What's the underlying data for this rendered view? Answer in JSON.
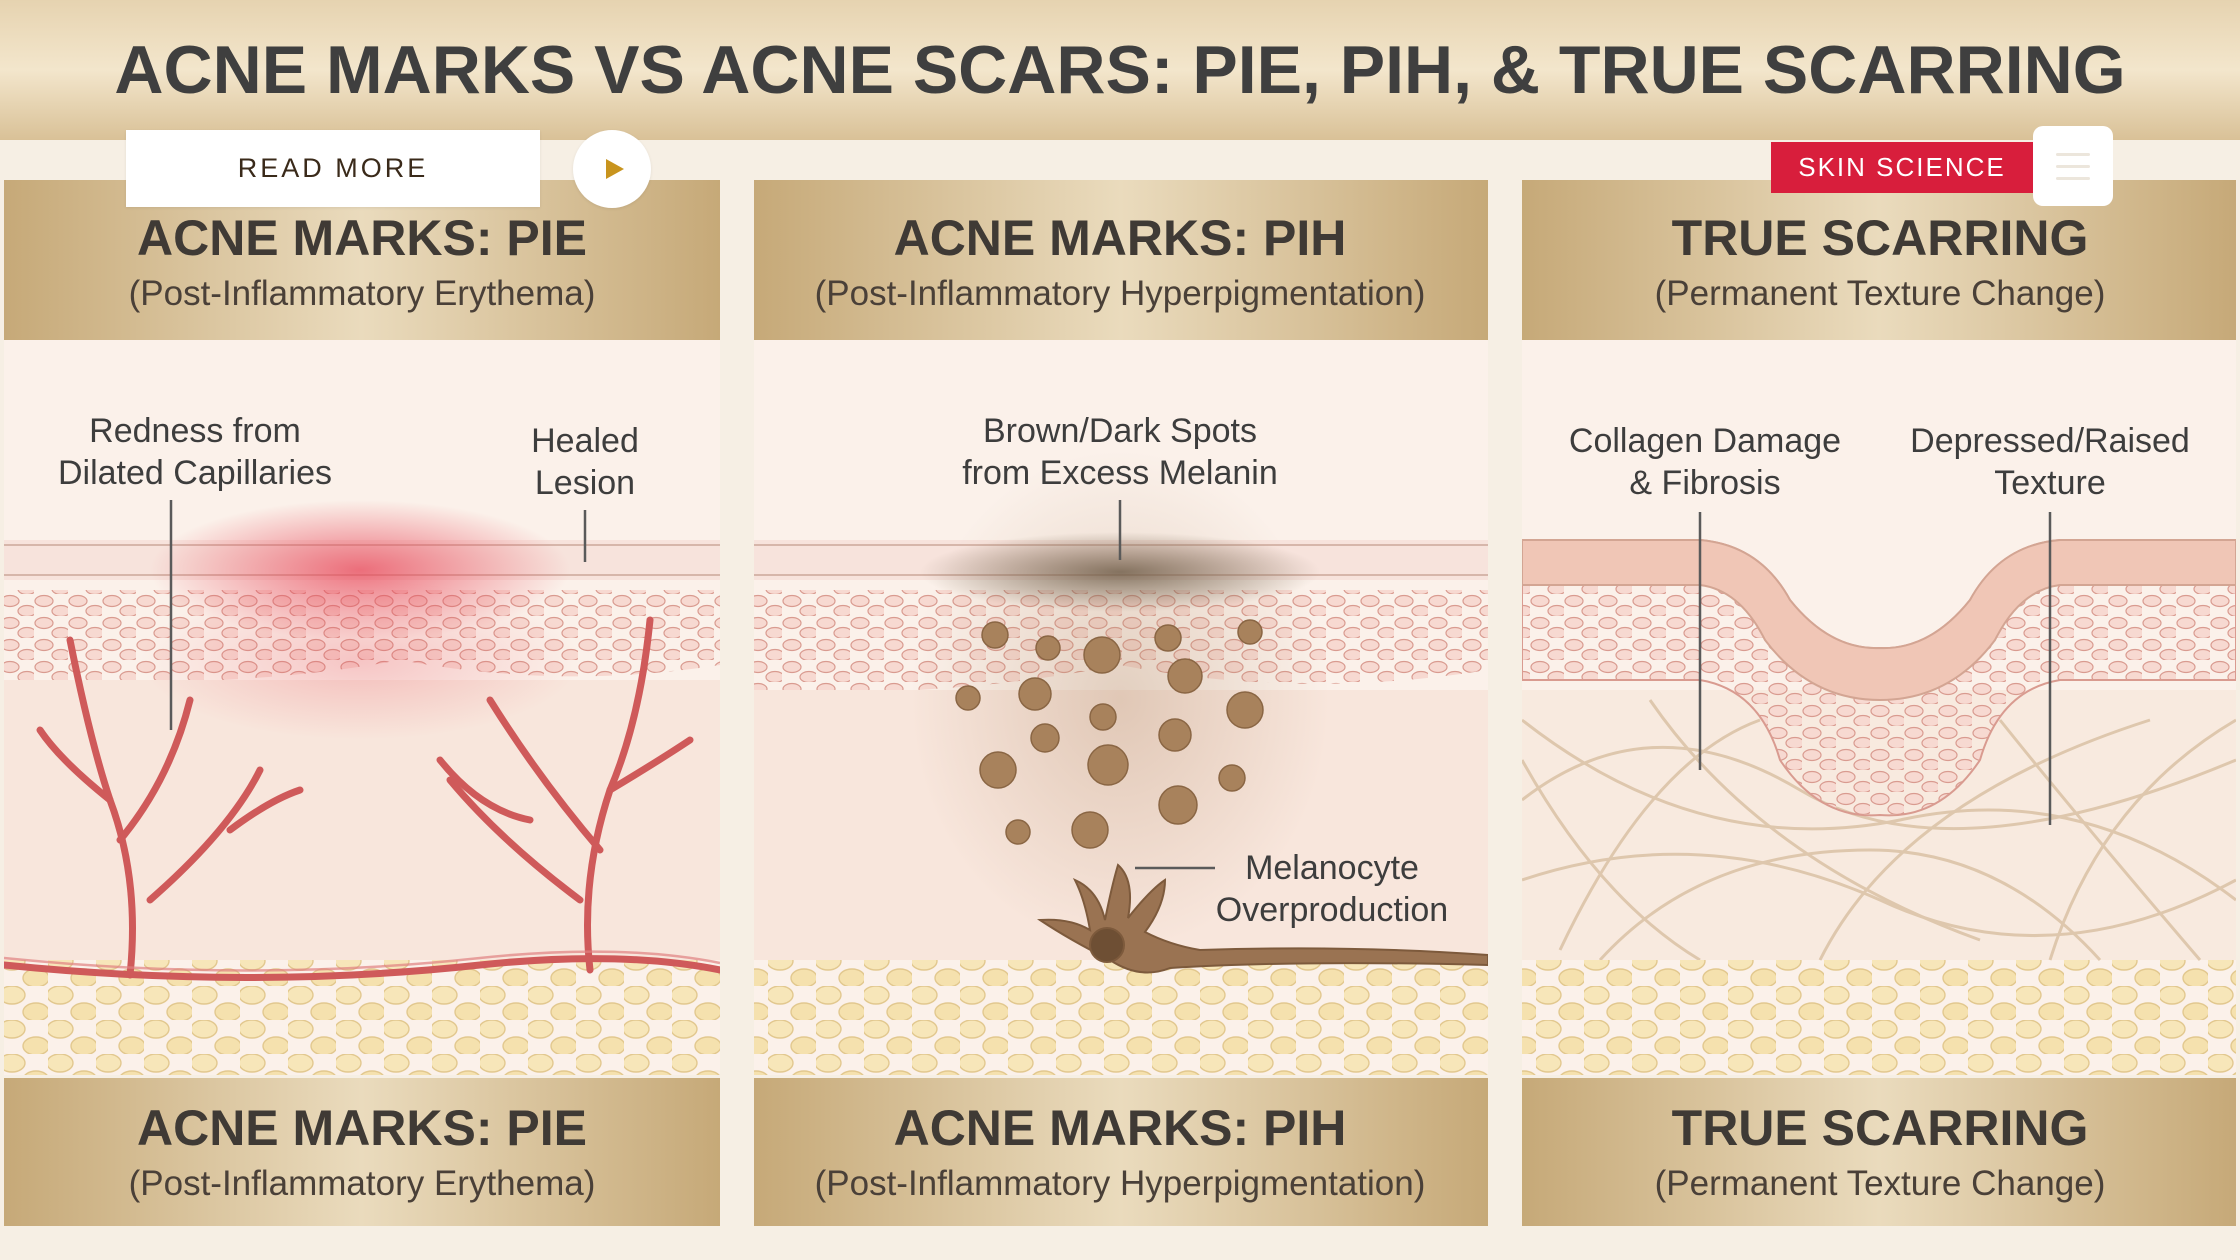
{
  "title": "ACNE MARKS VS ACNE SCARS: PIE, PIH, & TRUE SCARRING",
  "ui": {
    "read_more_label": "READ MORE",
    "badge_label": "SKIN SCIENCE"
  },
  "icons": {
    "play": "play-icon",
    "menu": "hamburger-menu-icon"
  },
  "colors": {
    "accent": "#d81e3c",
    "gold": "#c9ad80",
    "play": "#c8941e"
  },
  "panels": [
    {
      "heading": "ACNE MARKS: PIE",
      "subheading": "(Post-Inflammatory Erythema)",
      "labels": [
        "Redness from",
        "Dilated Capillaries",
        "Healed",
        "Lesion"
      ],
      "footer_heading": "ACNE MARKS: PIE",
      "footer_subheading": "(Post-Inflammatory Erythema)"
    },
    {
      "heading": "ACNE MARKS: PIH",
      "subheading": "(Post-Inflammatory Hyperpigmentation)",
      "labels": [
        "Brown/Dark Spots",
        "from Excess Melanin",
        "Melanocyte",
        "Overproduction"
      ],
      "footer_heading": "ACNE MARKS: PIH",
      "footer_subheading": "(Post-Inflammatory Hyperpigmentation)"
    },
    {
      "heading": "TRUE SCARRING",
      "subheading": "(Permanent Texture Change)",
      "labels": [
        "Collagen Damage",
        "& Fibrosis",
        "Depressed/Raised",
        "Texture"
      ],
      "footer_heading": "TRUE SCARRING",
      "footer_subheading": "(Permanent Texture Change)"
    }
  ]
}
